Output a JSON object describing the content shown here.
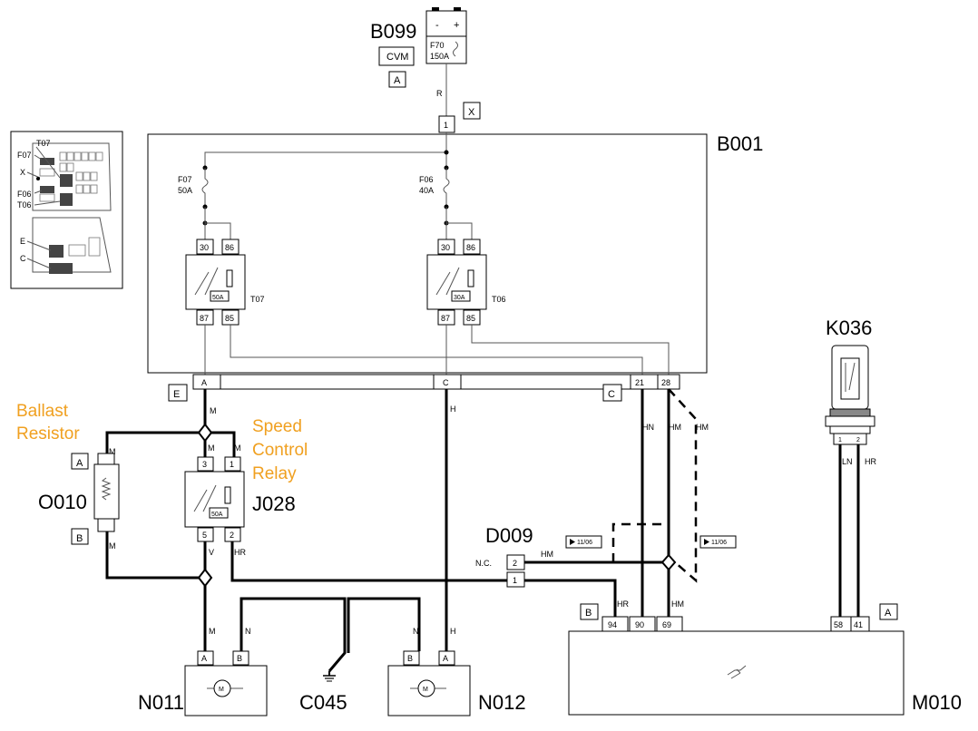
{
  "components": {
    "battery": {
      "code": "B099",
      "plus": "+",
      "minus": "-"
    },
    "cvm": {
      "label": "CVM",
      "conn": "A"
    },
    "fuse_f70": {
      "name": "F70",
      "rating": "150A"
    },
    "fusebox": {
      "code": "B001",
      "conn_x": "X",
      "pin_1": "1",
      "conn_e": "E",
      "conn_c": "C",
      "out_a": "A",
      "out_c": "C",
      "out_21": "21",
      "out_28": "28"
    },
    "fuse_f07": {
      "name": "F07",
      "rating": "50A"
    },
    "fuse_f06": {
      "name": "F06",
      "rating": "40A"
    },
    "relay_t07": {
      "code": "T07",
      "rating": "50A",
      "p30": "30",
      "p86": "86",
      "p87": "87",
      "p85": "85"
    },
    "relay_t06": {
      "code": "T06",
      "rating": "30A",
      "p30": "30",
      "p86": "86",
      "p87": "87",
      "p85": "85"
    },
    "inset": {
      "t07": "T07",
      "f07": "F07",
      "x": "X",
      "f06": "F06",
      "t06": "T06",
      "e": "E",
      "c": "C"
    },
    "resistor": {
      "code": "O010",
      "conn_a": "A",
      "conn_b": "B"
    },
    "relay_j028": {
      "code": "J028",
      "rating": "50A",
      "p3": "3",
      "p1": "1",
      "p5": "5",
      "p2": "2"
    },
    "connector_d009": {
      "code": "D009",
      "nc": "N.C.",
      "p2": "2",
      "p1": "1"
    },
    "sensor_k036": {
      "code": "K036",
      "p1": "1",
      "p2": "2"
    },
    "ecu_m010": {
      "code": "M010",
      "conn_b": "B",
      "conn_a": "A",
      "p94": "94",
      "p90": "90",
      "p69": "69",
      "p58": "58",
      "p41": "41"
    },
    "fan_n011": {
      "code": "N011",
      "pa": "A",
      "pb": "B"
    },
    "fan_n012": {
      "code": "N012",
      "pa": "A",
      "pb": "B"
    },
    "ground_c045": {
      "code": "C045"
    }
  },
  "wires": {
    "r": "R",
    "m": "M",
    "h": "H",
    "hn": "HN",
    "hm": "HM",
    "v": "V",
    "hr": "HR",
    "n": "N",
    "ln": "LN"
  },
  "notes": {
    "date": "11/06"
  },
  "annotations": {
    "ballast_line1": "Ballast",
    "ballast_line2": "Resistor",
    "speed_line1": "Speed",
    "speed_line2": "Control",
    "speed_line3": "Relay"
  }
}
